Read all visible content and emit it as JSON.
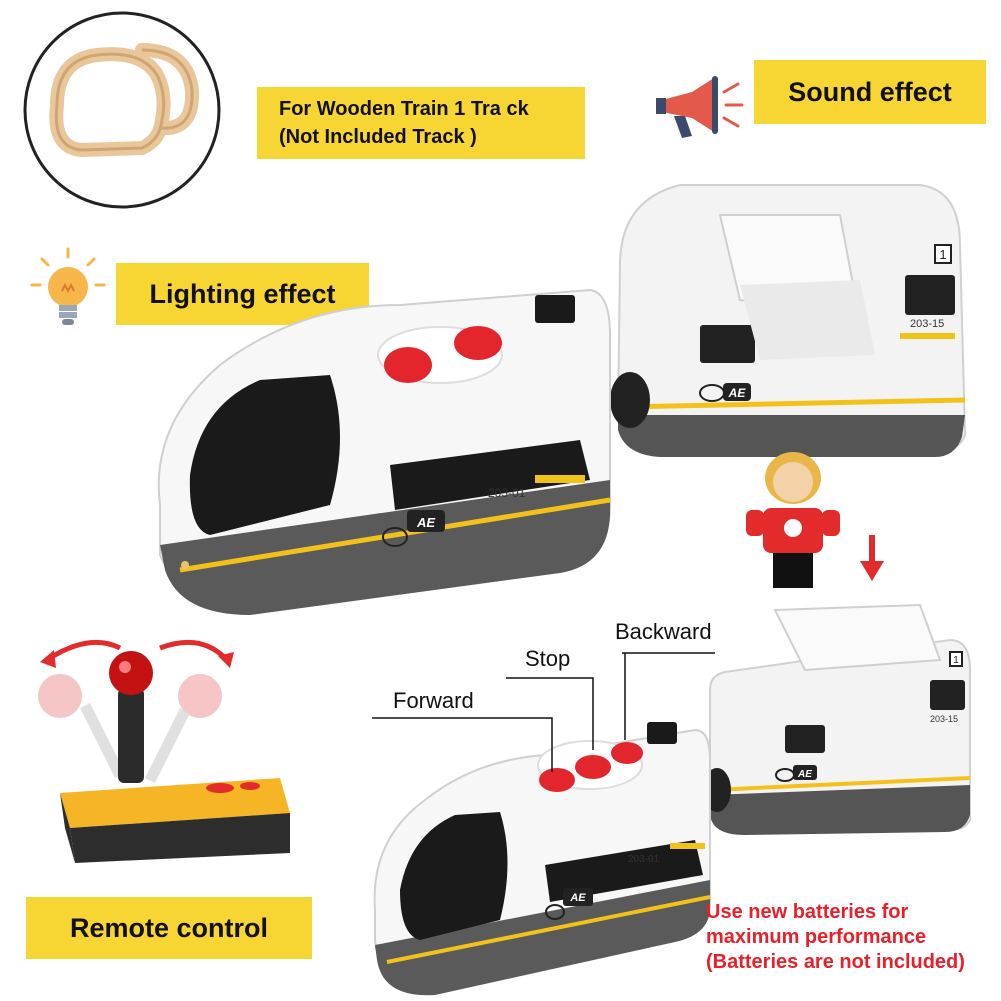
{
  "track_note": {
    "line1": "For Wooden Train 1 Tra ck",
    "line2": "(Not Included Track )"
  },
  "features": {
    "sound": "Sound effect",
    "lighting": "Lighting effect",
    "remote": "Remote control"
  },
  "buttons": {
    "forward": "Forward",
    "stop": "Stop",
    "backward": "Backward"
  },
  "train": {
    "engine_number": "203-01",
    "car_number": "203-15",
    "car_index": "1",
    "logo_text": "AE"
  },
  "battery_note": {
    "line1": "Use new batteries for",
    "line2": "maximum performance",
    "line3": "(Batteries are not included)"
  },
  "colors": {
    "accent_yellow": "#f7d633",
    "warning_red": "#e8202a",
    "button_red": "#e3262b"
  }
}
